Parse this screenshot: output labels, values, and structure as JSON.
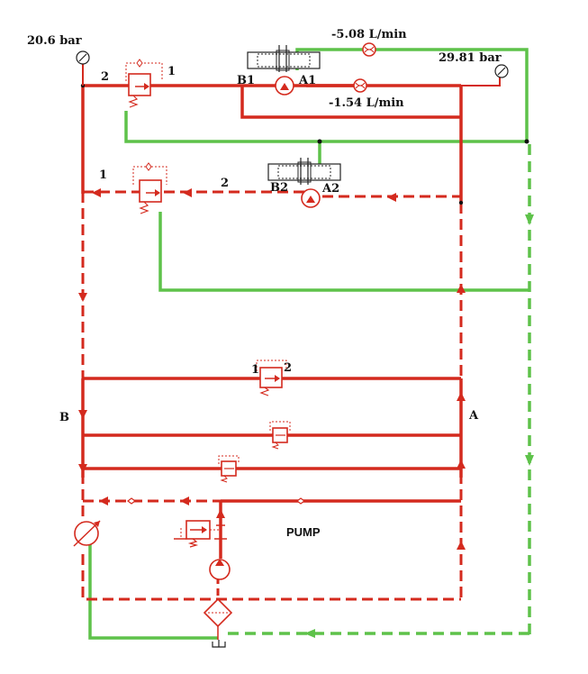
{
  "colors": {
    "pressure_line": "#d42a1e",
    "return_line": "#5ec24a",
    "component": "#d42a1e",
    "text": "#111111"
  },
  "gauges": {
    "left_pressure": "20.6 bar",
    "right_pressure": "29.81 bar"
  },
  "flow_meters": {
    "top": "-5.08 L/min",
    "middle": "-1.54 L/min"
  },
  "ports": {
    "relief_top_2": "2",
    "relief_top_1": "1",
    "motor1_b": "B1",
    "motor1_a": "A1",
    "relief_mid_1": "1",
    "relief_mid_2": "2",
    "motor2_b": "B2",
    "motor2_a": "A2",
    "relief_center_1": "1",
    "relief_center_2": "2",
    "line_b": "B",
    "line_a": "A"
  },
  "labels": {
    "pump": "PUMP"
  },
  "icons": [
    "pressure-gauge-icon",
    "flow-meter-icon",
    "hydraulic-motor-icon",
    "relief-valve-icon",
    "check-valve-icon",
    "variable-pump-icon",
    "filter-icon",
    "tank-icon",
    "cylinder-icon"
  ]
}
